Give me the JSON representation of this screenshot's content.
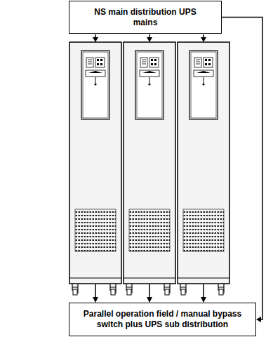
{
  "diagram": {
    "nodes": [
      {
        "text": [
          "NS main distribution UPS mains"
        ]
      },
      {
        "text": [
          "Parallel operation field / manual bypass switch plus UPS sub distribution"
        ]
      }
    ],
    "edges": [
      {
        "from": 0,
        "to": 1,
        "arrow": "to"
      }
    ]
  }
}
